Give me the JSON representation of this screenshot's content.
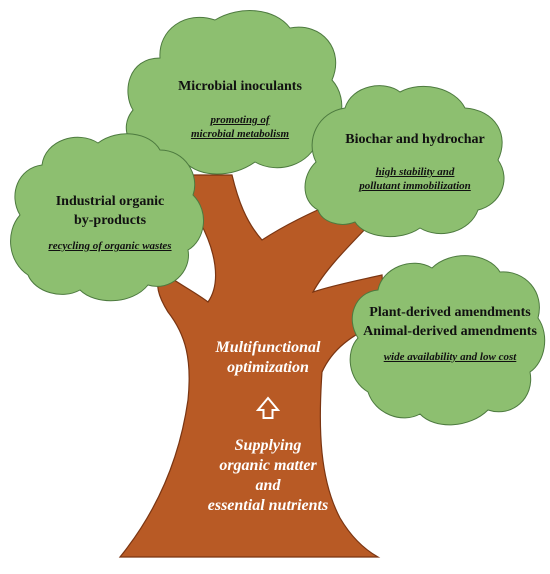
{
  "nodes": {
    "microbial": {
      "title": "Microbial inoculants",
      "benefit_line1": "promoting of",
      "benefit_line2": "microbial metabolism"
    },
    "biochar": {
      "title": "Biochar and hydrochar",
      "benefit_line1": "high stability and",
      "benefit_line2": "pollutant immobilization"
    },
    "industrial": {
      "title_line1": "Industrial organic",
      "title_line2": "by-products",
      "benefit": "recycling of organic wastes"
    },
    "plant_animal": {
      "title_line1": "Plant-derived amendments",
      "title_line2": "Animal-derived amendments",
      "benefit": "wide availability and low cost"
    }
  },
  "trunk": {
    "top_line1": "Multifunctional",
    "top_line2": "optimization",
    "bottom_line1": "Supplying",
    "bottom_line2": "organic matter",
    "bottom_line3": "and",
    "bottom_line4": "essential nutrients"
  },
  "colors": {
    "canopy": "#8dbf70",
    "canopy_stroke": "#4d7a3f",
    "trunk": "#b85a25",
    "trunk_stroke": "#7a3512"
  },
  "icons": {
    "arrow": "up-arrow-icon"
  }
}
